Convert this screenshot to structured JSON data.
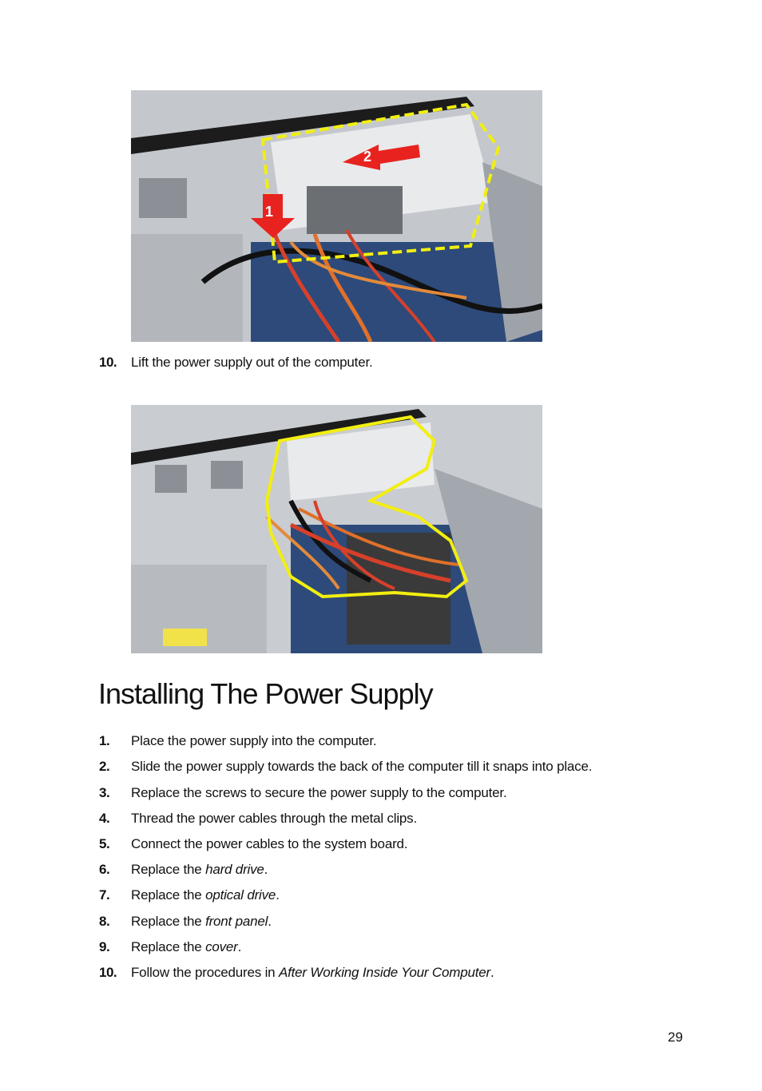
{
  "top_step": {
    "num": "10.",
    "text": "Lift the power supply out of the computer."
  },
  "section_title": "Installing The Power Supply",
  "callouts": {
    "one": "1",
    "two": "2"
  },
  "steps": [
    {
      "num": "1.",
      "text": "Place the power supply into the computer."
    },
    {
      "num": "2.",
      "text": "Slide the power supply towards the back of the computer till it snaps into place."
    },
    {
      "num": "3.",
      "text": "Replace the screws to secure the power supply to the computer."
    },
    {
      "num": "4.",
      "text": "Thread the power cables through the metal clips."
    },
    {
      "num": "5.",
      "text": "Connect the power cables to the system board."
    },
    {
      "num": "6.",
      "prefix": "Replace the ",
      "link": "hard drive",
      "suffix": "."
    },
    {
      "num": "7.",
      "prefix": "Replace the ",
      "link": "optical drive",
      "suffix": "."
    },
    {
      "num": "8.",
      "prefix": "Replace the ",
      "link": "front panel",
      "suffix": "."
    },
    {
      "num": "9.",
      "prefix": "Replace the ",
      "link": "cover",
      "suffix": "."
    },
    {
      "num": "10.",
      "prefix": "Follow the procedures in ",
      "link": "After Working Inside Your Computer",
      "suffix": "."
    }
  ],
  "page_number": "29",
  "colors": {
    "highlight": "#f2ee10",
    "arrow": "#e8231f",
    "board": "#2d4a7a"
  }
}
